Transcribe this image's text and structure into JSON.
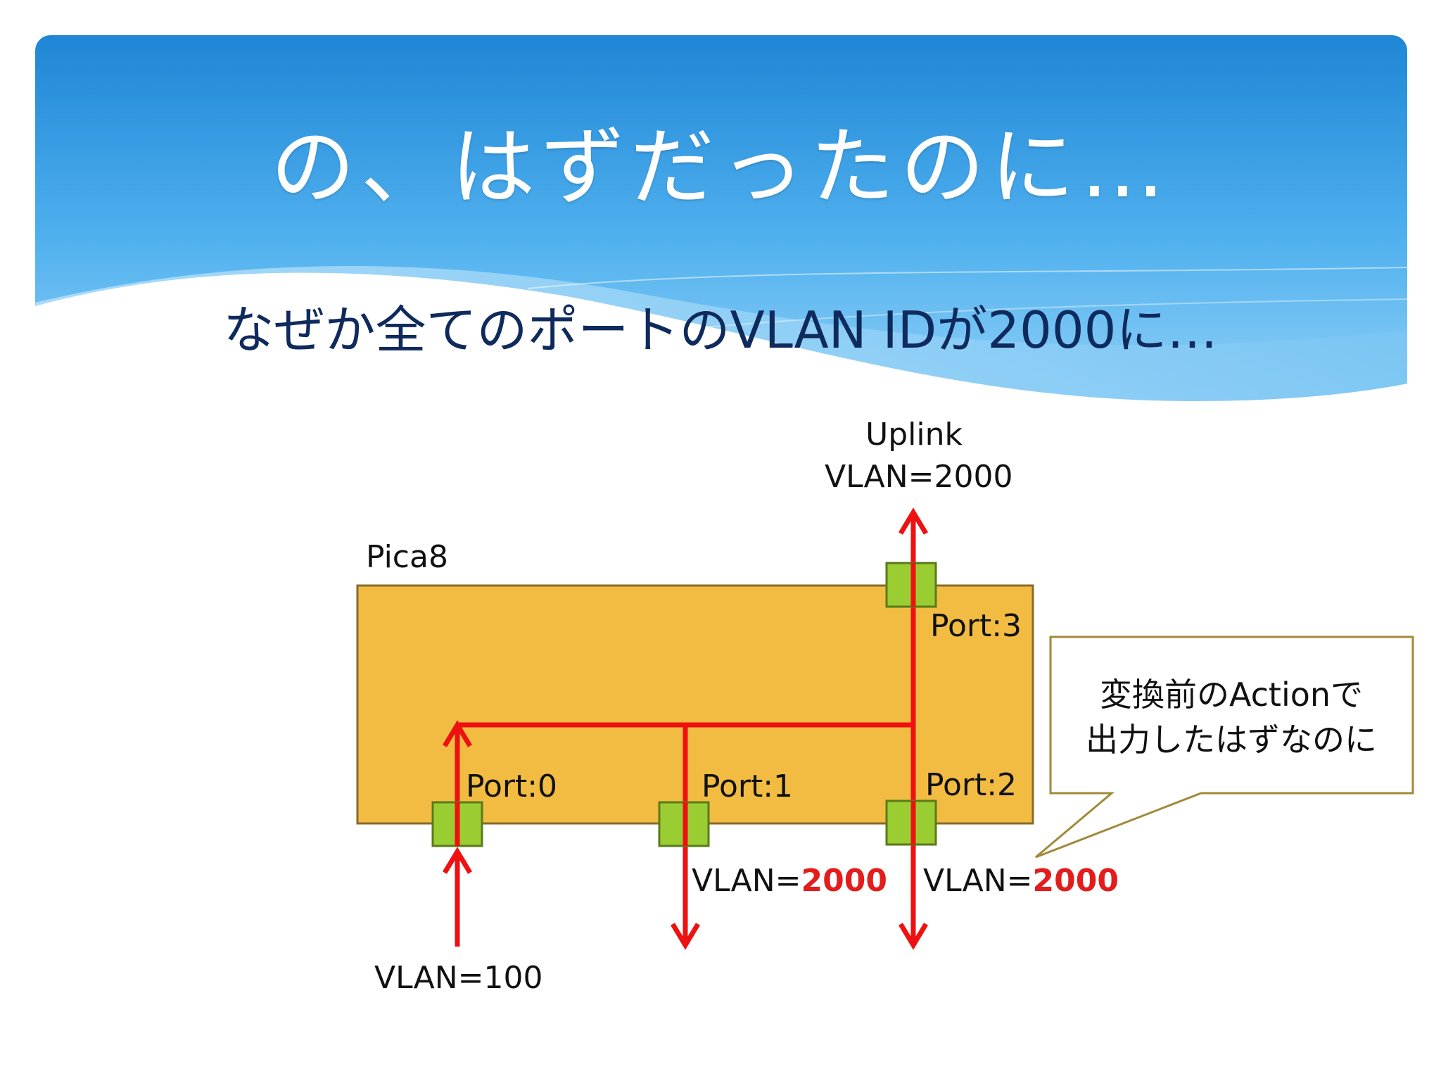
{
  "slide": {
    "title": "の、はずだったのに…",
    "subtitle": "なぜか全てのポートのVLAN IDが2000に…"
  },
  "diagram": {
    "device_label": "Pica8",
    "uplink_label": "Uplink",
    "uplink_vlan": "VLAN=2000",
    "ports": [
      {
        "label": "Port:0"
      },
      {
        "label": "Port:1"
      },
      {
        "label": "Port:2"
      },
      {
        "label": "Port:3"
      }
    ],
    "in_vlan": "VLAN=100",
    "out_vlan_prefix": "VLAN=",
    "out_vlan_value": "2000",
    "callout_line1": "変換前のActionで",
    "callout_line2": "出力したはずなのに"
  },
  "colors": {
    "header_top": "#1f86d6",
    "header_bottom": "#8fd0f7",
    "device_fill": "#f2bc43",
    "device_border": "#8a6a2a",
    "port_fill": "#9acd32",
    "port_border": "#5a7a1a",
    "arrow": "#ee1111",
    "callout_border": "#a08a3a"
  }
}
